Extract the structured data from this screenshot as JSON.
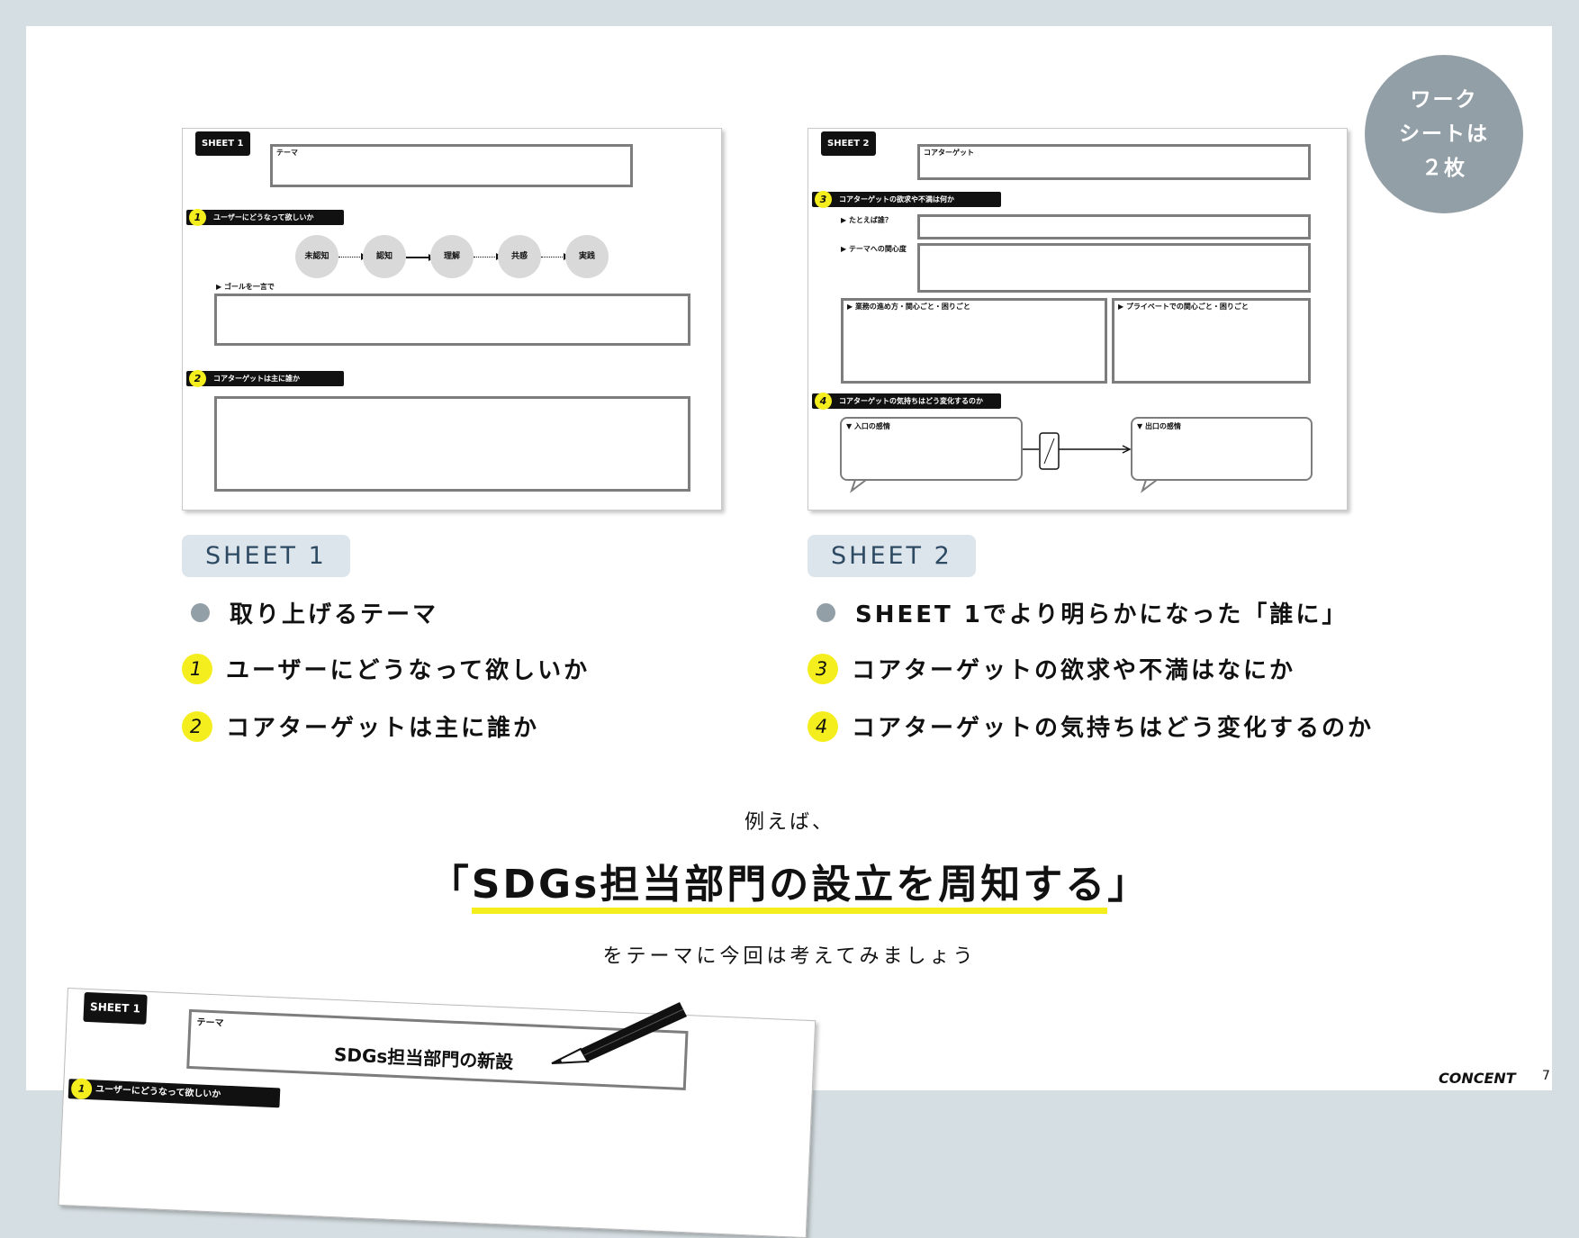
{
  "badge": {
    "line1": "ワーク",
    "line2": "シートは",
    "line3": "２枚"
  },
  "sheet1_thumb": {
    "tag": "SHEET 1",
    "theme_label": "テーマ",
    "section1": {
      "num": "1",
      "title": "ユーザーにどうなって欲しいか"
    },
    "flow": [
      "未認知",
      "認知",
      "理解",
      "共感",
      "実践"
    ],
    "goal_label": "▶ ゴールを一言で",
    "section2": {
      "num": "2",
      "title": "コアターゲットは主に誰か"
    }
  },
  "sheet2_thumb": {
    "tag": "SHEET 2",
    "core_label": "コアターゲット",
    "section3": {
      "num": "3",
      "title": "コアターゲットの欲求や不満は何か"
    },
    "example_label": "▶ たとえば誰？",
    "interest_label": "▶ テーマへの関心度",
    "work_label": "▶ 業務の進め方・関心ごと・困りごと",
    "private_label": "▶ プライベートでの関心ごと・困りごと",
    "section4": {
      "num": "4",
      "title": "コアターゲットの気持ちはどう変化するのか"
    },
    "entry_label": "▼ 入口の感情",
    "exit_label": "▼ 出口の感情"
  },
  "sheet1": {
    "label": "SHEET 1",
    "items": [
      {
        "num": "",
        "text": "取り上げるテーマ"
      },
      {
        "num": "1",
        "text": "ユーザーにどうなって欲しいか"
      },
      {
        "num": "2",
        "text": "コアターゲットは主に誰か"
      }
    ]
  },
  "sheet2": {
    "label": "SHEET 2",
    "items": [
      {
        "num": "",
        "text": "SHEET 1でより明らかになった「誰に」"
      },
      {
        "num": "3",
        "text": "コアターゲットの欲求や不満はなにか"
      },
      {
        "num": "4",
        "text": "コアターゲットの気持ちはどう変化するのか"
      }
    ]
  },
  "example": {
    "intro": "例えば、",
    "open_bracket": "「",
    "headline": "SDGs担当部門の設立を周知する",
    "close_bracket": "」",
    "outro": "をテーマに今回は考えてみましょう"
  },
  "bottom_sheet": {
    "tag": "SHEET 1",
    "theme_label": "テーマ",
    "theme_value": "SDGs担当部門の新設",
    "section1_num": "1",
    "section1_title": "ユーザーにどうなって欲しいか"
  },
  "footer": {
    "brand": "CONCENT",
    "page": "7"
  },
  "colors": {
    "accent_yellow": "#f5ee1e",
    "badge_gray": "#939fa7",
    "label_bg": "#dde5ec",
    "label_text": "#2e4a63"
  }
}
